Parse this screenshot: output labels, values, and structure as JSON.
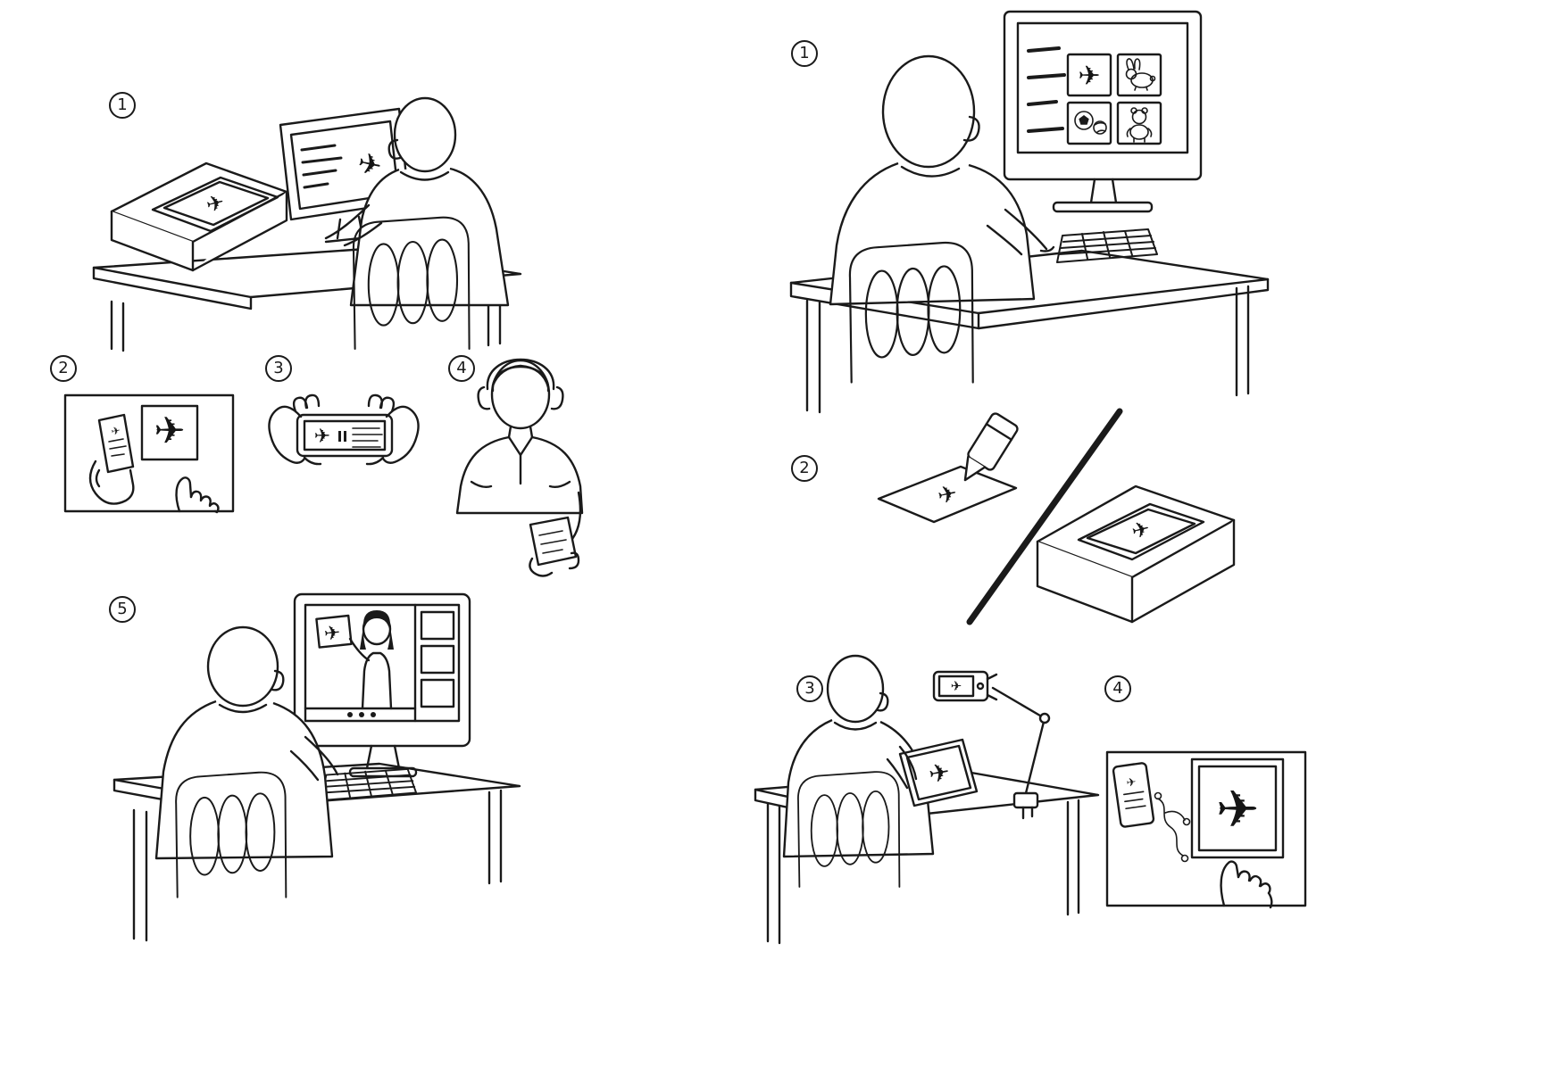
{
  "figure": {
    "left_steps": [
      {
        "number": "1"
      },
      {
        "number": "2"
      },
      {
        "number": "3"
      },
      {
        "number": "4"
      },
      {
        "number": "5"
      }
    ],
    "right_steps": [
      {
        "number": "1"
      },
      {
        "number": "2"
      },
      {
        "number": "3"
      },
      {
        "number": "4"
      }
    ],
    "glyphs": {
      "airplane": "✈"
    },
    "colors": {
      "ink": "#1a1a1a",
      "background": "#ffffff"
    }
  }
}
